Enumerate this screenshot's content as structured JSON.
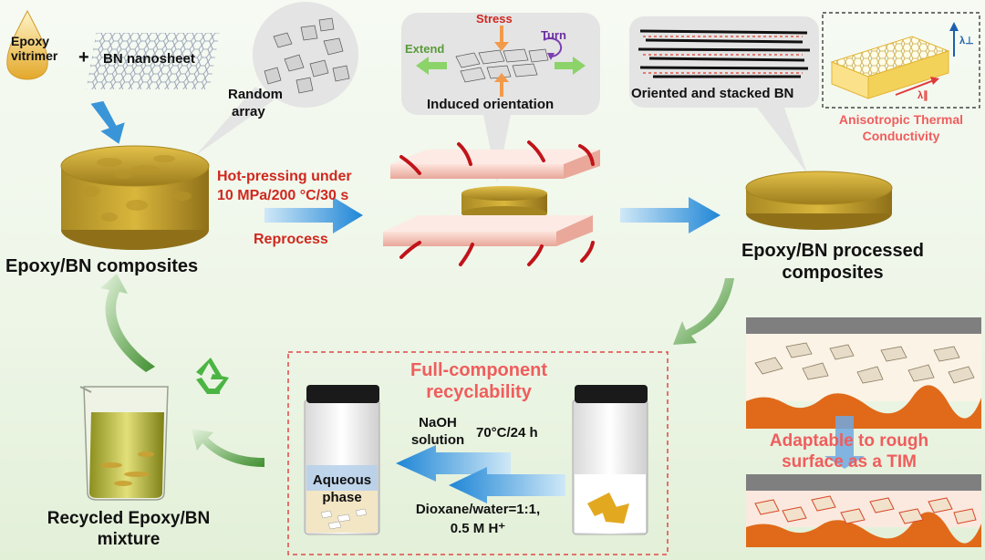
{
  "inputs": {
    "vitrimer_line1": "Epoxy",
    "vitrimer_line2": "vitrimer",
    "plus": "+",
    "nanosheet": "BN nanosheet"
  },
  "random_array": {
    "line1": "Random",
    "line2": "array"
  },
  "induced": {
    "stress": "Stress",
    "turn": "Turn",
    "extend": "Extend",
    "caption": "Induced orientation"
  },
  "oriented": {
    "caption": "Oriented and stacked BN"
  },
  "anisotropic": {
    "line1": "Anisotropic Thermal",
    "line2": "Conductivity",
    "lambda_perp": "λ⊥",
    "lambda_par": "λ∥"
  },
  "hot_press": {
    "line1": "Hot-pressing  under",
    "line2": "10 MPa/200 °C/30 s",
    "reprocess": "Reprocess"
  },
  "composites": {
    "label": "Epoxy/BN composites"
  },
  "processed": {
    "line1": "Epoxy/BN processed",
    "line2": "composites"
  },
  "recycle": {
    "title1": "Full-component",
    "title2": "recyclability",
    "naoh1": "NaOH",
    "naoh2": "solution",
    "temp": "70°C/24 h",
    "dioxane1": "Dioxane/water=1:1,",
    "dioxane2": "0.5 M H⁺",
    "aqueous1": "Aqueous",
    "aqueous2": "phase"
  },
  "recycled": {
    "line1": "Recycled Epoxy/BN",
    "line2": "mixture"
  },
  "tim": {
    "line1": "Adaptable to rough",
    "line2": "surface as a TIM"
  },
  "colors": {
    "accent_red": "#d0281f",
    "label_pink": "#ef5d5d",
    "arrow_blue": "#2f8fd6",
    "arrow_green": "#4c9a3a"
  }
}
